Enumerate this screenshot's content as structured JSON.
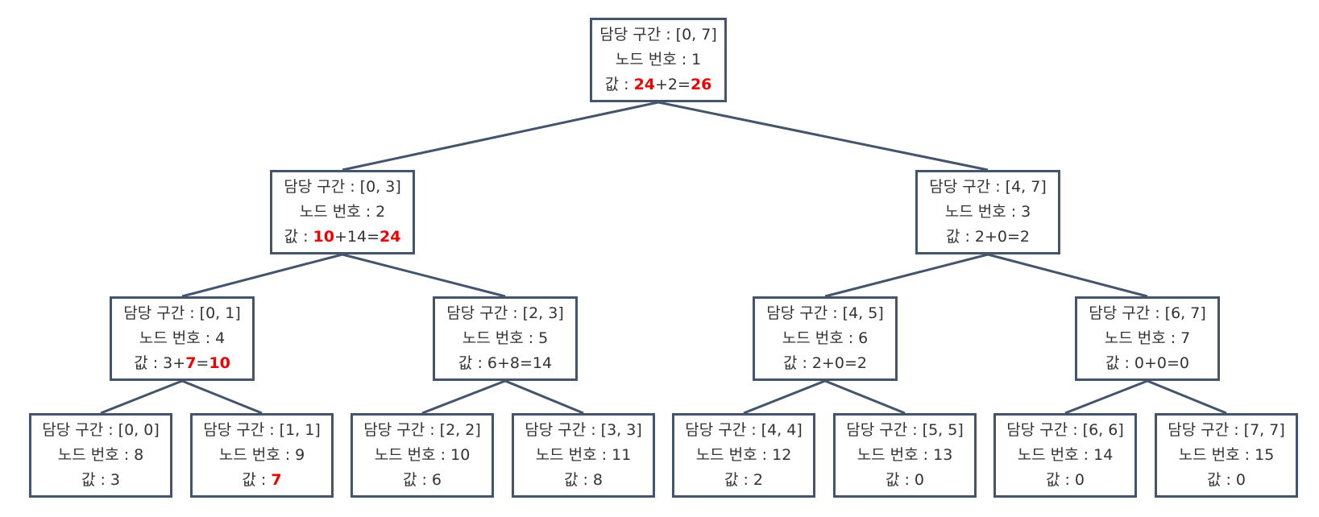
{
  "colors": {
    "border": "#44546a",
    "text": "#333333",
    "highlight": "#ee0000"
  },
  "nodes": [
    {
      "range": "담당 구간 : [0, 7]",
      "number": "노드 번호 : 1",
      "value": [
        {
          "text": "값 : ",
          "hl": false
        },
        {
          "text": "24",
          "hl": true
        },
        {
          "text": "+2=",
          "hl": false
        },
        {
          "text": "26",
          "hl": true
        }
      ]
    },
    {
      "range": "담당 구간 : [0, 3]",
      "number": "노드 번호 : 2",
      "value": [
        {
          "text": "값 : ",
          "hl": false
        },
        {
          "text": "10",
          "hl": true
        },
        {
          "text": "+14=",
          "hl": false
        },
        {
          "text": "24",
          "hl": true
        }
      ]
    },
    {
      "range": "담당 구간 : [4, 7]",
      "number": "노드 번호 : 3",
      "value": [
        {
          "text": "값 : 2+0=2",
          "hl": false
        }
      ]
    },
    {
      "range": "담당 구간 : [0, 1]",
      "number": "노드 번호 : 4",
      "value": [
        {
          "text": "값 : 3+",
          "hl": false
        },
        {
          "text": "7",
          "hl": true
        },
        {
          "text": "=",
          "hl": false
        },
        {
          "text": "10",
          "hl": true
        }
      ]
    },
    {
      "range": "담당 구간 : [2, 3]",
      "number": "노드 번호 : 5",
      "value": [
        {
          "text": "값 : 6+8=14",
          "hl": false
        }
      ]
    },
    {
      "range": "담당 구간 : [4, 5]",
      "number": "노드 번호 : 6",
      "value": [
        {
          "text": "값 : 2+0=2",
          "hl": false
        }
      ]
    },
    {
      "range": "담당 구간 : [6, 7]",
      "number": "노드 번호 : 7",
      "value": [
        {
          "text": "값 : 0+0=0",
          "hl": false
        }
      ]
    },
    {
      "range": "담당 구간 : [0, 0]",
      "number": "노드 번호 : 8",
      "value": [
        {
          "text": "값 : 3",
          "hl": false
        }
      ]
    },
    {
      "range": "담당 구간 : [1, 1]",
      "number": "노드 번호 : 9",
      "value": [
        {
          "text": "값 : ",
          "hl": false
        },
        {
          "text": "7",
          "hl": true
        }
      ]
    },
    {
      "range": "담당 구간 : [2, 2]",
      "number": "노드 번호 : 10",
      "value": [
        {
          "text": "값 : 6",
          "hl": false
        }
      ]
    },
    {
      "range": "담당 구간 : [3, 3]",
      "number": "노드 번호 : 11",
      "value": [
        {
          "text": "값 : 8",
          "hl": false
        }
      ]
    },
    {
      "range": "담당 구간 : [4, 4]",
      "number": "노드 번호 : 12",
      "value": [
        {
          "text": "값 : 2",
          "hl": false
        }
      ]
    },
    {
      "range": "담당 구간 : [5, 5]",
      "number": "노드 번호 : 13",
      "value": [
        {
          "text": "값 : 0",
          "hl": false
        }
      ]
    },
    {
      "range": "담당 구간 : [6, 6]",
      "number": "노드 번호 : 14",
      "value": [
        {
          "text": "값 : 0",
          "hl": false
        }
      ]
    },
    {
      "range": "담당 구간 : [7, 7]",
      "number": "노드 번호 : 15",
      "value": [
        {
          "text": "값 : 0",
          "hl": false
        }
      ]
    }
  ]
}
